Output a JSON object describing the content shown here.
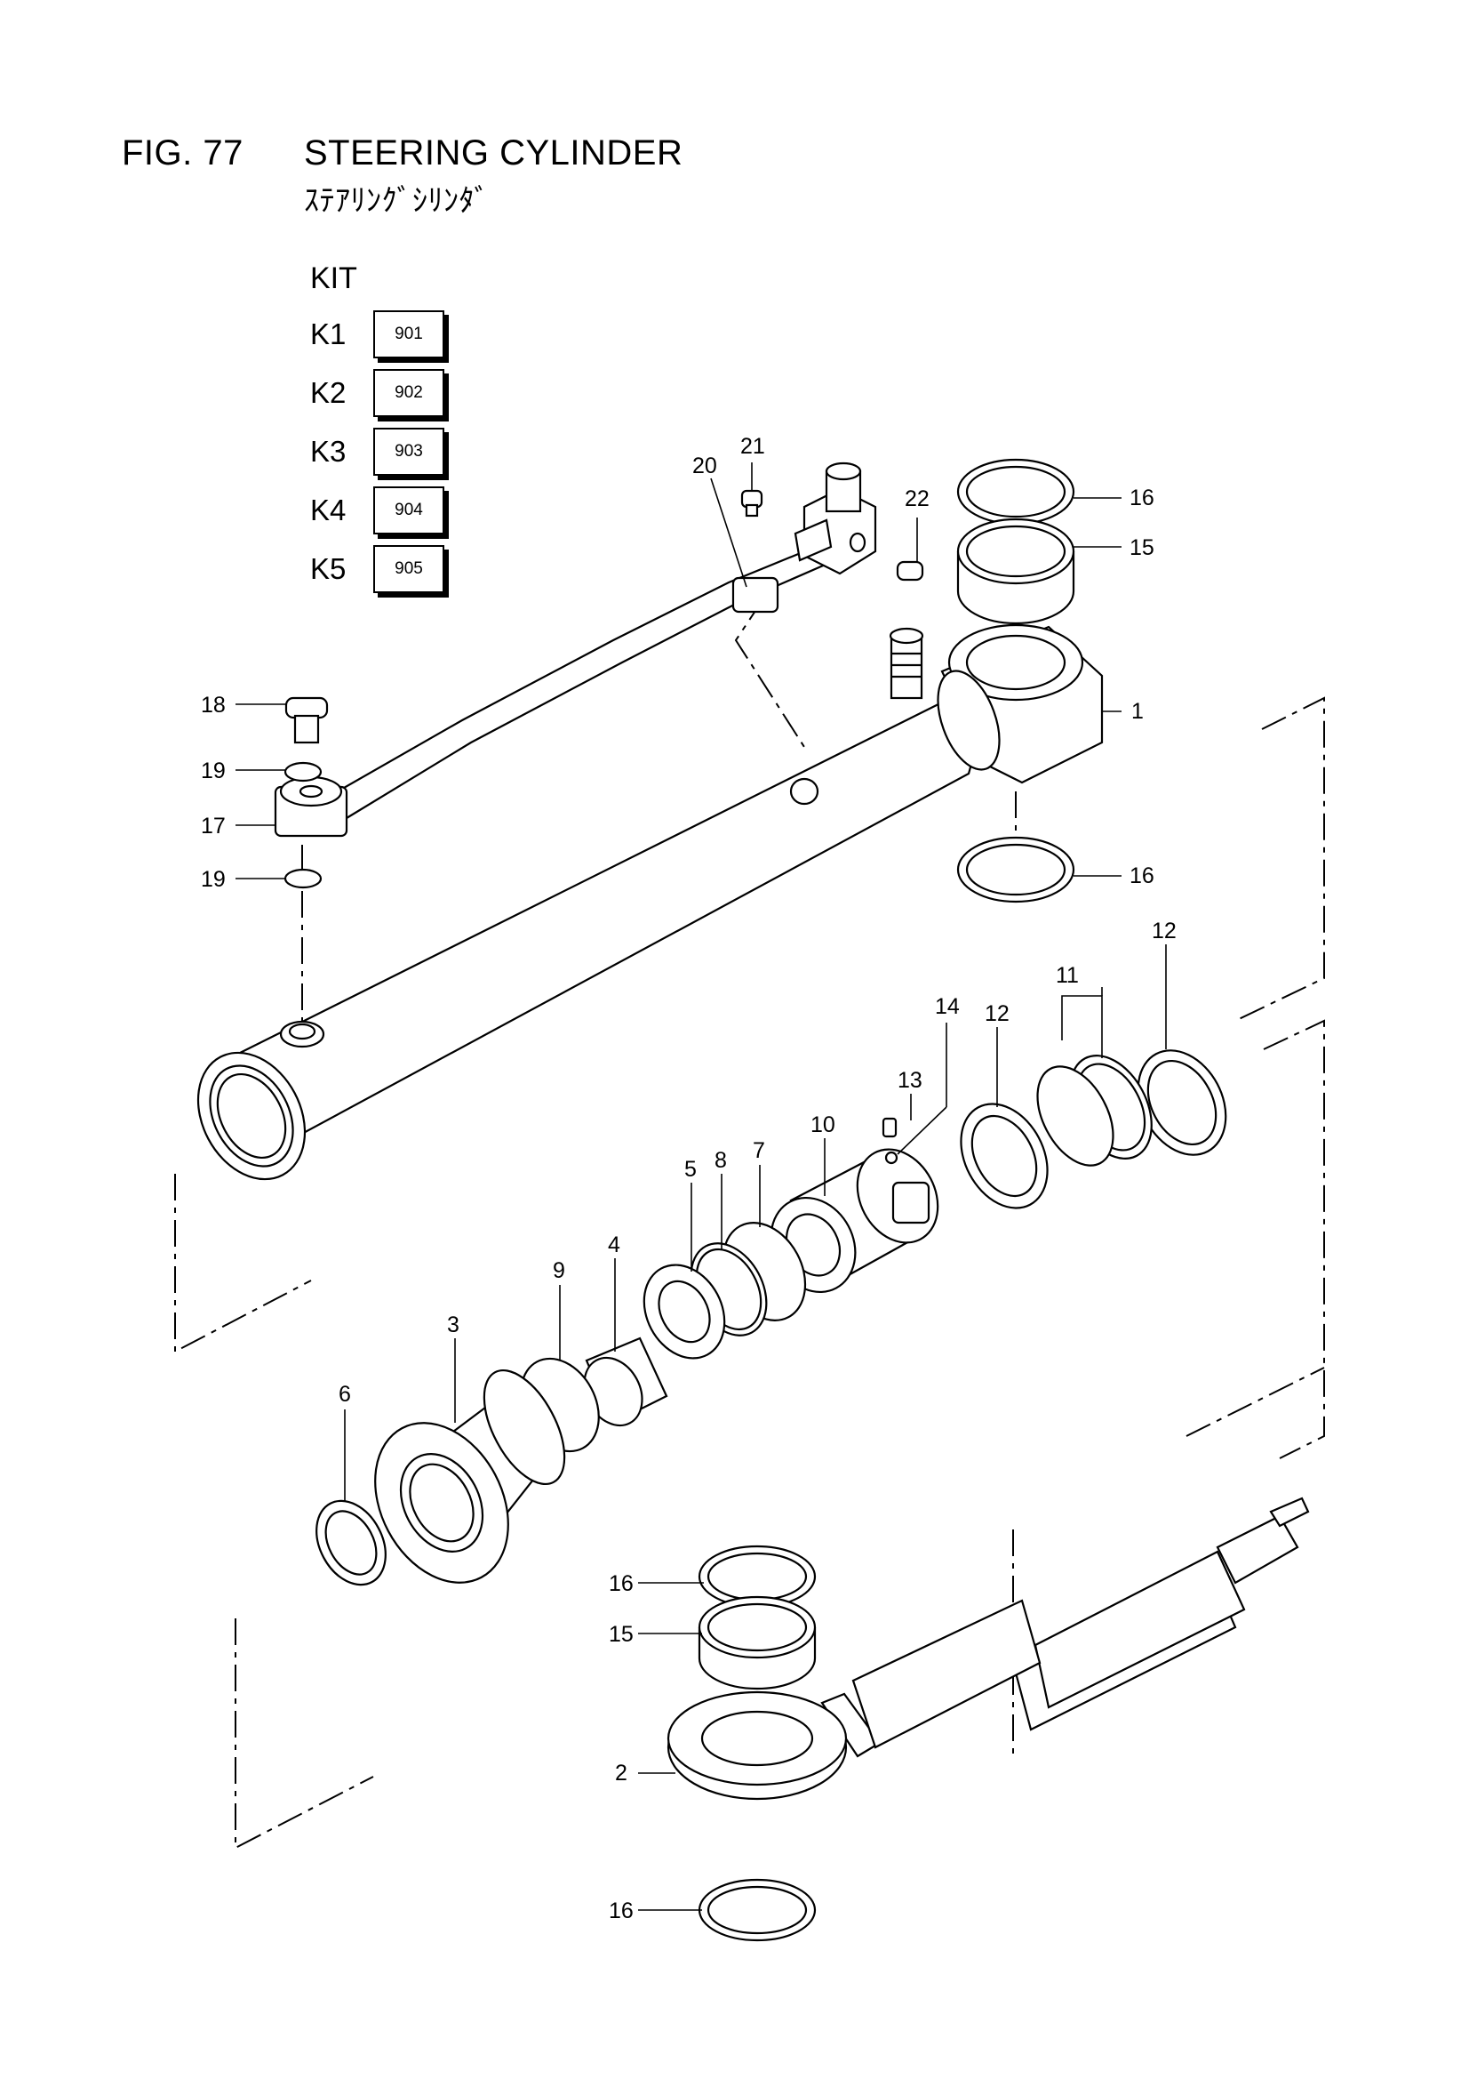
{
  "figure": {
    "label": "FIG. 77",
    "title": "STEERING CYLINDER",
    "subtitle": "ｽﾃｱﾘﾝｸﾞｼﾘﾝﾀﾞ"
  },
  "kit": {
    "heading": "KIT",
    "items": [
      {
        "name": "K1",
        "code": "901"
      },
      {
        "name": "K2",
        "code": "902"
      },
      {
        "name": "K3",
        "code": "903"
      },
      {
        "name": "K4",
        "code": "904"
      },
      {
        "name": "K5",
        "code": "905"
      }
    ]
  },
  "callouts": {
    "c1": "1",
    "c2": "2",
    "c3": "3",
    "c4": "4",
    "c5": "5",
    "c6": "6",
    "c7": "7",
    "c8": "8",
    "c9": "9",
    "c10": "10",
    "c11": "11",
    "c12a": "12",
    "c12b": "12",
    "c13": "13",
    "c14": "14",
    "c15a": "15",
    "c15b": "15",
    "c16a": "16",
    "c16b": "16",
    "c16c": "16",
    "c16d": "16",
    "c17": "17",
    "c18": "18",
    "c19a": "19",
    "c19b": "19",
    "c20": "20",
    "c21": "21",
    "c22": "22"
  }
}
